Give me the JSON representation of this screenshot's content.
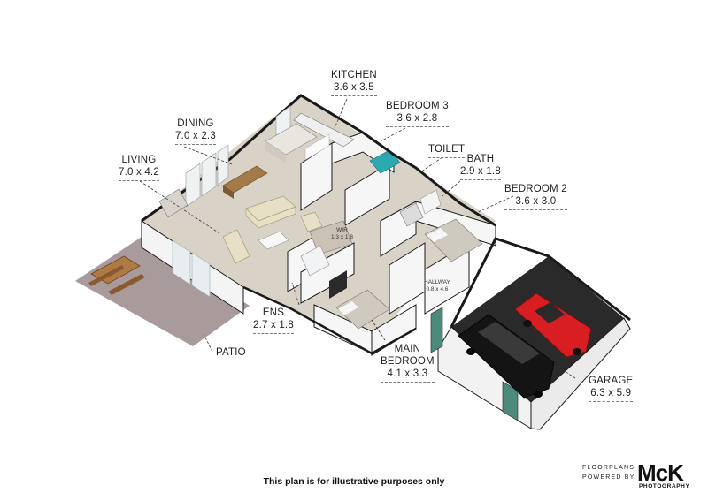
{
  "rooms": {
    "kitchen": {
      "name": "KITCHEN",
      "dims": "3.6 x 3.5"
    },
    "dining": {
      "name": "DINING",
      "dims": "7.0 x 2.3"
    },
    "living": {
      "name": "LIVING",
      "dims": "7.0 x 4.2"
    },
    "bedroom3": {
      "name": "BEDROOM 3",
      "dims": "3.6 x 2.8"
    },
    "toilet": {
      "name": "TOILET"
    },
    "bath": {
      "name": "BATH",
      "dims": "2.9 x 1.8"
    },
    "bedroom2": {
      "name": "BEDROOM 2",
      "dims": "3.6 x 3.0"
    },
    "ens": {
      "name": "ENS",
      "dims": "2.7 x 1.8"
    },
    "main_bedroom": {
      "name_line1": "MAIN",
      "name_line2": "BEDROOM",
      "dims": "4.1 x 3.3"
    },
    "patio": {
      "name": "PATIO"
    },
    "garage": {
      "name": "GARAGE",
      "dims": "6.3 x 5.9"
    },
    "hallway": {
      "name": "HALLWAY",
      "dims": "0.8 x 4.6"
    },
    "wir": {
      "name": "WIR",
      "dims": "1.3 x 1.8"
    }
  },
  "footer": {
    "disclaimer": "This plan is for illustrative purposes only",
    "logo_line1": "FLOORPLANS",
    "logo_line2": "POWERED BY",
    "logo_brand": "McK",
    "logo_sub": "PHOTOGRAPHY"
  },
  "colors": {
    "floor": "#d9d2c6",
    "wall": "#ffffff",
    "wall_top": "#1a1a1a",
    "patio": "#a99a9c",
    "garage_floor": "#2a2a2a",
    "car_red": "#d81e22",
    "car_black": "#141414"
  }
}
